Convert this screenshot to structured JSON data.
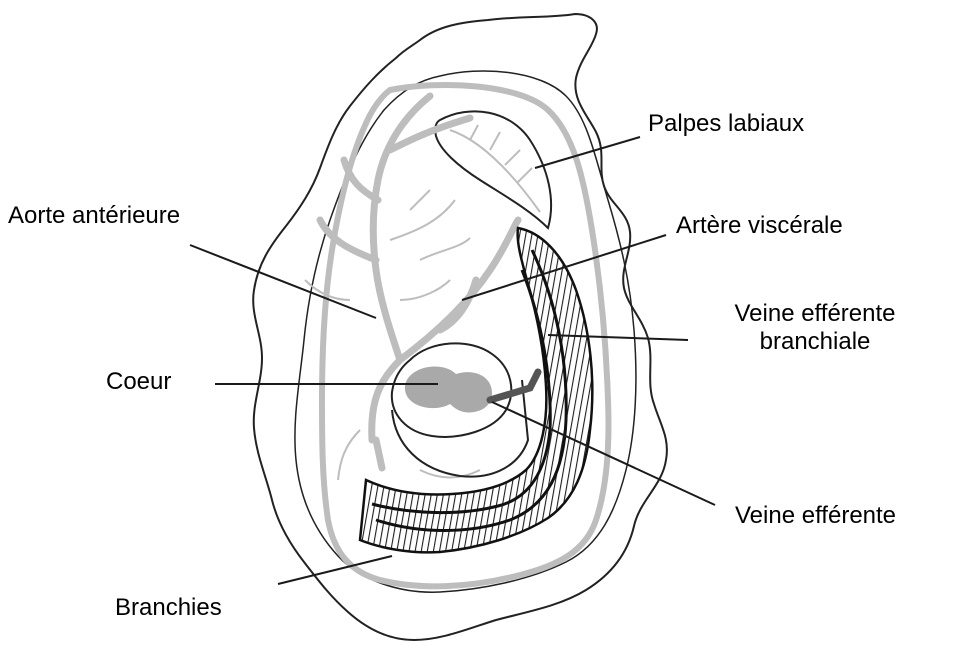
{
  "labels": {
    "palpes_labiaux": "Palpes labiaux",
    "aorte_anterieure": "Aorte antérieure",
    "artere_viscerale": "Artère viscérale",
    "veine_efferente_branchiale_line1": "Veine efférente",
    "veine_efferente_branchiale_line2": "branchiale",
    "coeur": "Coeur",
    "veine_efferente": "Veine efférente",
    "branchies": "Branchies"
  },
  "colors": {
    "outline": "#222222",
    "vessels": "#bdbdbd",
    "heart": "#a9a9a9",
    "gills": "#2b2b2b",
    "leader_lines": "#1a1a1a"
  }
}
